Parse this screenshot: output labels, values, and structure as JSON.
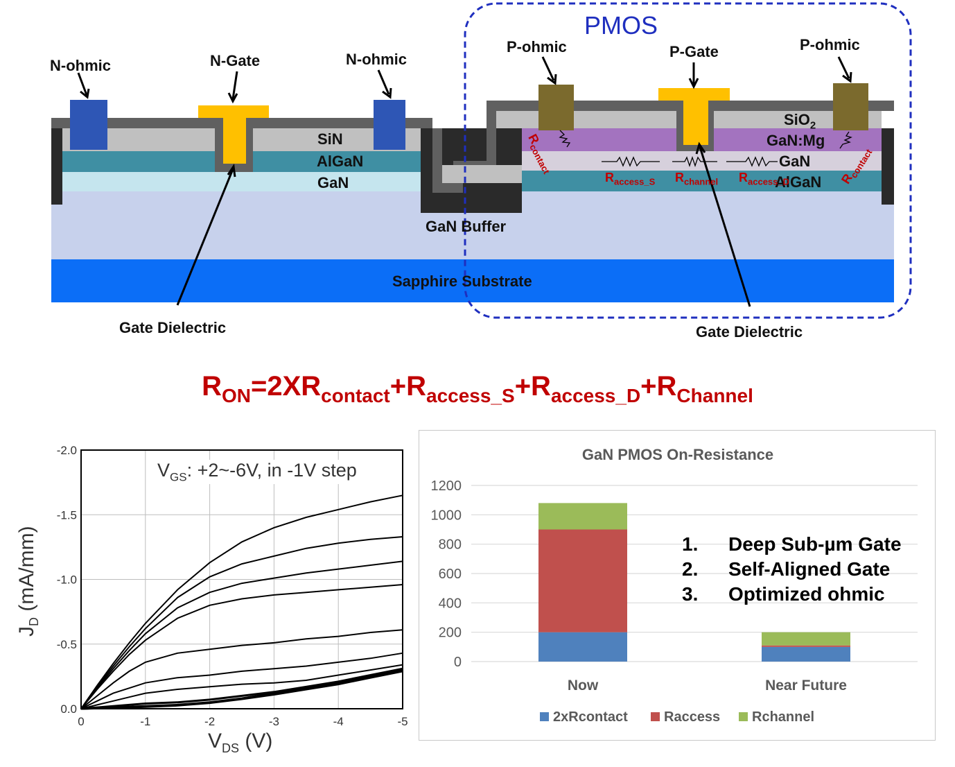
{
  "diagram": {
    "pmos_label": "PMOS",
    "labels": {
      "n_ohmic_left": "N-ohmic",
      "n_gate": "N-Gate",
      "n_ohmic_right": "N-ohmic",
      "p_ohmic_left": "P-ohmic",
      "p_gate": "P-Gate",
      "p_ohmic_right": "P-ohmic",
      "sin": "SiN",
      "algan_left": "AlGaN",
      "gan_left": "GaN",
      "sio2_main": "SiO",
      "sio2_sub": "2",
      "ganmg": "GaN:Mg",
      "gan_right": "GaN",
      "algan_right": "AlGaN",
      "gan_buffer": "GaN Buffer",
      "sapphire": "Sapphire Substrate",
      "gate_dielectric_left": "Gate Dielectric",
      "gate_dielectric_right": "Gate Dielectric"
    },
    "resistors": {
      "r_main": "R",
      "contact_sub": "contact",
      "access_s_sub": "access_S",
      "channel_sub": "channel",
      "access_d_sub": "access_D"
    },
    "colors": {
      "n_ohmic": "#2e56b5",
      "gate": "#ffc000",
      "p_ohmic": "#7b6a2d",
      "sin": "#c0c0c0",
      "algan": "#3f8fa3",
      "gan": "#c5e5ee",
      "buffer": "#c7d1ec",
      "sapphire": "#0b6ef7",
      "ganmg": "#a373bf",
      "gan_p": "#d6d0dc",
      "passivation": "#606060",
      "dark": "#2a2a2a",
      "pmos_box": "#1f2fbf",
      "resistor_text": "#c00000"
    }
  },
  "equation": {
    "r": "R",
    "on": "ON",
    "eq_part": "=2X",
    "contact": "contact",
    "plus1": "+",
    "access_s": "access_S",
    "plus2": "+",
    "access_d": "access_D",
    "plus3": "+",
    "channel": "Channel"
  },
  "chart_data": [
    {
      "type": "line",
      "title": "",
      "annotation": "V",
      "annotation_sub": "GS",
      "annotation_rest": ": +2~-6V, in -1V step",
      "xlabel": "V",
      "xlabel_sub": "DS",
      "xlabel_unit": " (V)",
      "ylabel": "J",
      "ylabel_sub": "D",
      "ylabel_unit": " (mA/mm)",
      "xlim": [
        0,
        -5
      ],
      "ylim": [
        0,
        -2.0
      ],
      "xticks": [
        "0",
        "-1",
        "-2",
        "-3",
        "-4",
        "-5"
      ],
      "yticks": [
        "0.0",
        "-0.5",
        "-1.0",
        "-1.5",
        "-2.0"
      ],
      "grid": true,
      "x": [
        0,
        -0.25,
        -0.5,
        -0.75,
        -1,
        -1.5,
        -2,
        -2.5,
        -3,
        -3.5,
        -4,
        -4.5,
        -5
      ],
      "series": [
        {
          "values": [
            0,
            -0.18,
            -0.35,
            -0.51,
            -0.66,
            -0.92,
            -1.13,
            -1.29,
            -1.4,
            -1.48,
            -1.54,
            -1.6,
            -1.65
          ]
        },
        {
          "values": [
            0,
            -0.17,
            -0.33,
            -0.48,
            -0.62,
            -0.86,
            -1.02,
            -1.12,
            -1.18,
            -1.24,
            -1.28,
            -1.31,
            -1.33
          ]
        },
        {
          "values": [
            0,
            -0.16,
            -0.31,
            -0.45,
            -0.58,
            -0.78,
            -0.9,
            -0.97,
            -1.01,
            -1.05,
            -1.08,
            -1.11,
            -1.14
          ]
        },
        {
          "values": [
            0,
            -0.15,
            -0.29,
            -0.42,
            -0.53,
            -0.7,
            -0.8,
            -0.85,
            -0.88,
            -0.9,
            -0.92,
            -0.94,
            -0.96
          ]
        },
        {
          "values": [
            0,
            -0.1,
            -0.2,
            -0.29,
            -0.36,
            -0.43,
            -0.46,
            -0.49,
            -0.51,
            -0.54,
            -0.56,
            -0.59,
            -0.61
          ]
        },
        {
          "values": [
            0,
            -0.06,
            -0.12,
            -0.16,
            -0.2,
            -0.24,
            -0.26,
            -0.29,
            -0.31,
            -0.33,
            -0.36,
            -0.39,
            -0.43
          ]
        },
        {
          "values": [
            0,
            -0.03,
            -0.06,
            -0.09,
            -0.12,
            -0.15,
            -0.17,
            -0.19,
            -0.2,
            -0.22,
            -0.26,
            -0.3,
            -0.34
          ]
        },
        {
          "values": [
            0,
            -0.01,
            -0.02,
            -0.03,
            -0.04,
            -0.05,
            -0.07,
            -0.1,
            -0.13,
            -0.17,
            -0.21,
            -0.26,
            -0.31
          ]
        },
        {
          "values": [
            0,
            -0.005,
            -0.01,
            -0.015,
            -0.02,
            -0.03,
            -0.05,
            -0.08,
            -0.12,
            -0.16,
            -0.2,
            -0.25,
            -0.3
          ]
        },
        {
          "values": [
            0,
            -0.003,
            -0.006,
            -0.01,
            -0.015,
            -0.025,
            -0.045,
            -0.075,
            -0.11,
            -0.15,
            -0.19,
            -0.24,
            -0.29
          ]
        }
      ]
    },
    {
      "type": "bar",
      "stacked": true,
      "title": "GaN PMOS On-Resistance",
      "categories": [
        "Now",
        "Near Future"
      ],
      "ylim": [
        0,
        1200
      ],
      "yticks": [
        "0",
        "200",
        "400",
        "600",
        "800",
        "1000",
        "1200"
      ],
      "grid": true,
      "legend_position": "bottom",
      "series": [
        {
          "name": "2xRcontact",
          "color": "#4f81bd",
          "values": [
            200,
            100
          ]
        },
        {
          "name": "Raccess",
          "color": "#c0504d",
          "values": [
            700,
            10
          ]
        },
        {
          "name": "Rchannel",
          "color": "#9bbb59",
          "values": [
            180,
            90
          ]
        }
      ],
      "notes": [
        {
          "num": "1.",
          "text": "Deep Sub-µm Gate"
        },
        {
          "num": "2.",
          "text": "Self-Aligned Gate"
        },
        {
          "num": "3.",
          "text": "Optimized ohmic"
        }
      ]
    }
  ]
}
